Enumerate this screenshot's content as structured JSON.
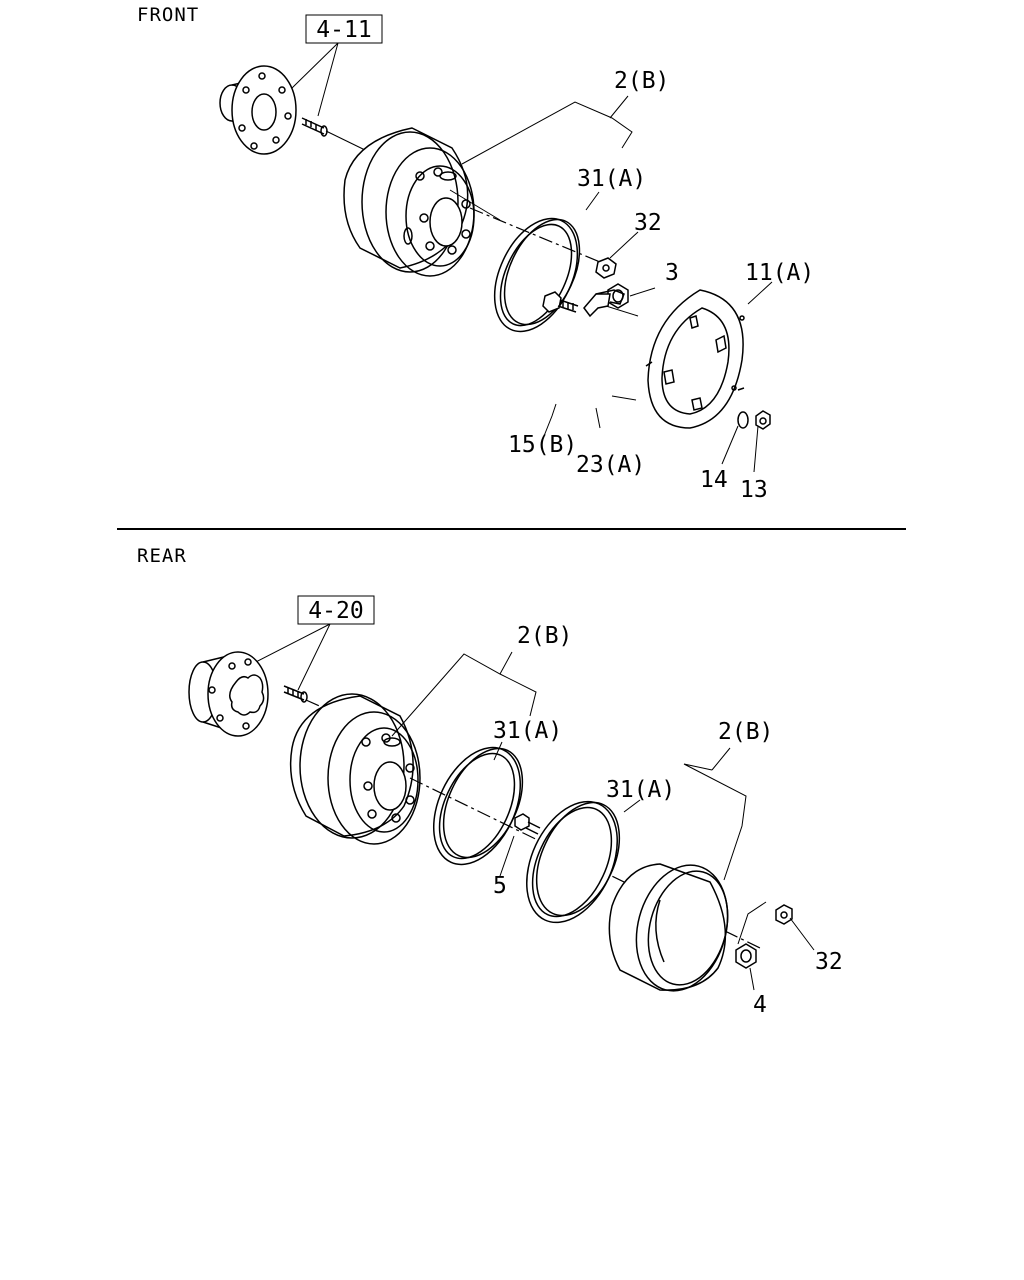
{
  "sections": {
    "front": {
      "title": "FRONT",
      "reference": "4-11",
      "callouts": {
        "c2b": "2(B)",
        "c31a": "31(A)",
        "c32": "32",
        "c3": "3",
        "c11a": "11(A)",
        "c15b": "15(B)",
        "c23a": "23(A)",
        "c14": "14",
        "c13": "13"
      }
    },
    "rear": {
      "title": "REAR",
      "reference": "4-20",
      "callouts": {
        "c2b_1": "2(B)",
        "c31a_1": "31(A)",
        "c2b_2": "2(B)",
        "c31a_2": "31(A)",
        "c5": "5",
        "c32": "32",
        "c4": "4"
      }
    }
  }
}
